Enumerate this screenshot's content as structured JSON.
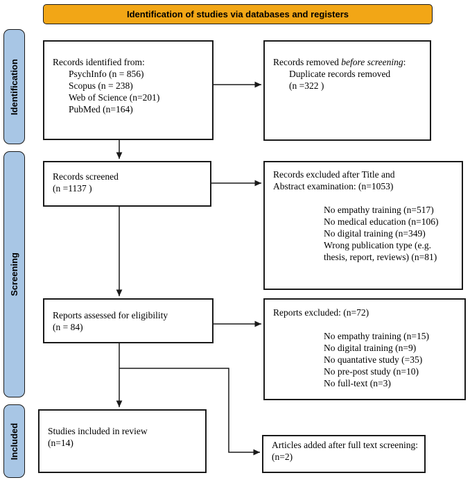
{
  "banner": {
    "label": "Identification of studies via databases and registers"
  },
  "sidebars": {
    "identification": "Identification",
    "screening": "Screening",
    "included": "Included"
  },
  "boxes": {
    "records_identified": {
      "title": "Records identified from:",
      "items": [
        "PsychInfo (n = 856)",
        "Scopus (n = 238)",
        "Web of Science (n=201)",
        "PubMed (n=164)"
      ]
    },
    "records_removed": {
      "title_normal": "Records removed ",
      "title_italic": "before screening",
      "title_colon": ":",
      "items": [
        "Duplicate records removed",
        "(n =322 )"
      ]
    },
    "records_screened": {
      "line1": "Records screened",
      "line2": "(n =1137 )"
    },
    "records_excluded": {
      "title_line1": "Records excluded after Title and",
      "title_line2": "Abstract examination: (n=1053)",
      "items": [
        "No empathy training (n=517)",
        "No medical education (n=106)",
        "No digital training (n=349)",
        "Wrong publication type (e.g. thesis, report, reviews) (n=81)"
      ]
    },
    "reports_assessed": {
      "line1": "Reports assessed for eligibility",
      "line2": "(n = 84)"
    },
    "reports_excluded": {
      "title": "Reports excluded: (n=72)",
      "items": [
        "No empathy training (n=15)",
        "No digital training (n=9)",
        "No quantative study (=35)",
        "No pre-post study (n=10)",
        "No full-text (n=3)"
      ]
    },
    "studies_included": {
      "line1": "Studies included in review",
      "line2": "(n=14)"
    },
    "articles_added": {
      "text": "Articles added after full text screening: (n=2)"
    }
  },
  "colors": {
    "banner_bg": "#F2A616",
    "sidebar_bg": "#A8C6E5",
    "line": "#1A1A1A",
    "box_bg": "#FFFFFF"
  }
}
